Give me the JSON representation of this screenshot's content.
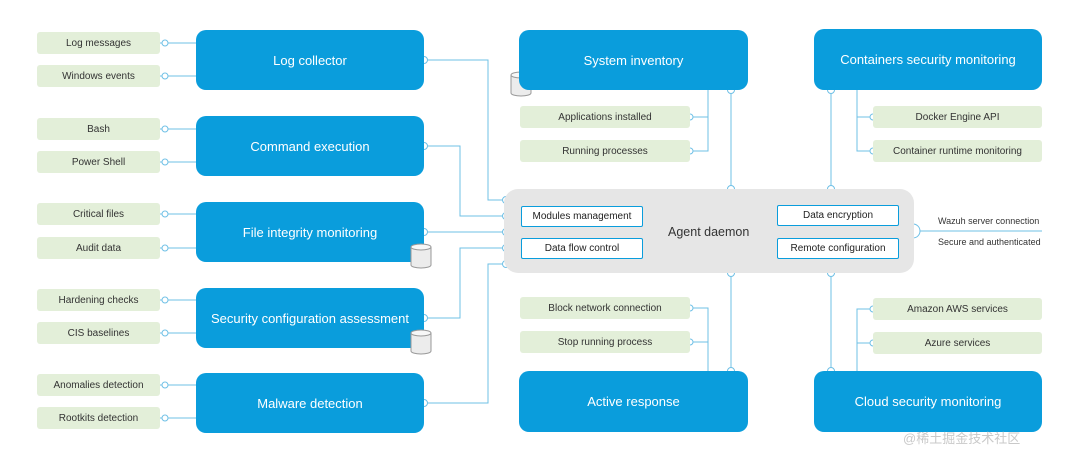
{
  "modules": {
    "log_collector": "Log collector",
    "command_execution": "Command execution",
    "file_integrity": "File integrity monitoring",
    "sca": "Security configuration assessment",
    "malware": "Malware detection",
    "system_inventory": "System inventory",
    "active_response": "Active response",
    "containers": "Containers security monitoring",
    "cloud": "Cloud security monitoring"
  },
  "leaves": {
    "log_messages": "Log messages",
    "windows_events": "Windows events",
    "bash": "Bash",
    "power_shell": "Power Shell",
    "critical_files": "Critical files",
    "audit_data": "Audit data",
    "hardening_checks": "Hardening checks",
    "cis_baselines": "CIS baselines",
    "anomalies_detection": "Anomalies detection",
    "rootkits_detection": "Rootkits detection",
    "applications_installed": "Applications installed",
    "running_processes": "Running processes",
    "block_network": "Block network connection",
    "stop_process": "Stop running process",
    "docker_engine": "Docker Engine API",
    "container_runtime": "Container runtime monitoring",
    "aws": "Amazon AWS services",
    "azure": "Azure services"
  },
  "daemon": {
    "title": "Agent daemon",
    "modules_management": "Modules management",
    "data_flow_control": "Data flow control",
    "data_encryption": "Data encryption",
    "remote_configuration": "Remote configuration"
  },
  "server": {
    "connection": "Wazuh server connection",
    "secure": "Secure and authenticated"
  },
  "watermark": "@稀土掘金技术社区",
  "colors": {
    "module": "#0a9ddc",
    "leaf": "#e3efd9",
    "daemon": "#e6e6e6",
    "line": "#6fc0e6"
  }
}
